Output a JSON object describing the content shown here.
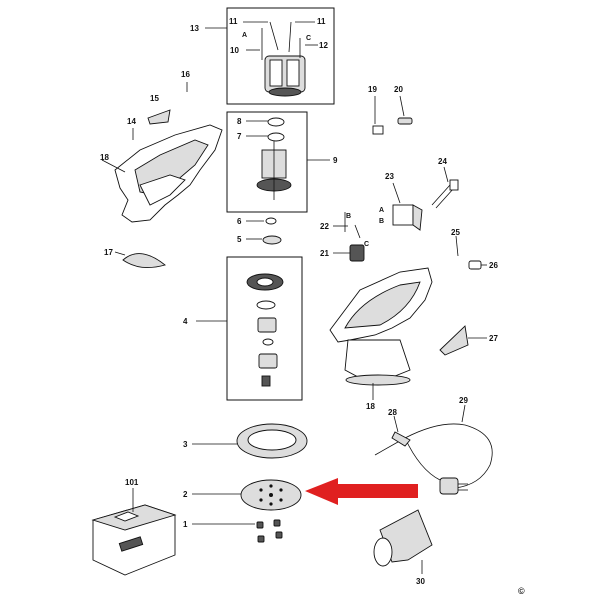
{
  "callouts": {
    "p1": "1",
    "p2": "2",
    "p3": "3",
    "p4": "4",
    "p5": "5",
    "p6": "6",
    "p7": "7",
    "p8": "8",
    "p9": "9",
    "p10": "10",
    "p11a": "11",
    "p11b": "11",
    "p12": "12",
    "p13": "13",
    "p14": "14",
    "p15": "15",
    "p16": "16",
    "p17": "17",
    "p18a": "18",
    "p18b": "18",
    "p19": "19",
    "p20": "20",
    "p21": "21",
    "p22": "22",
    "p23": "23",
    "p24": "24",
    "p25": "25",
    "p26": "26",
    "p27": "27",
    "p28": "28",
    "p29": "29",
    "p30": "30",
    "p101": "101"
  },
  "wire_letters": {
    "a_top": "A",
    "c_top": "C",
    "a_switch": "A",
    "b_switch": "B",
    "b_wire": "B",
    "c_wire": "C"
  },
  "copyright": "©",
  "colors": {
    "arrow": "#e02020",
    "line": "#111111"
  },
  "highlight": {
    "part": "2",
    "indicator": "red-arrow"
  }
}
